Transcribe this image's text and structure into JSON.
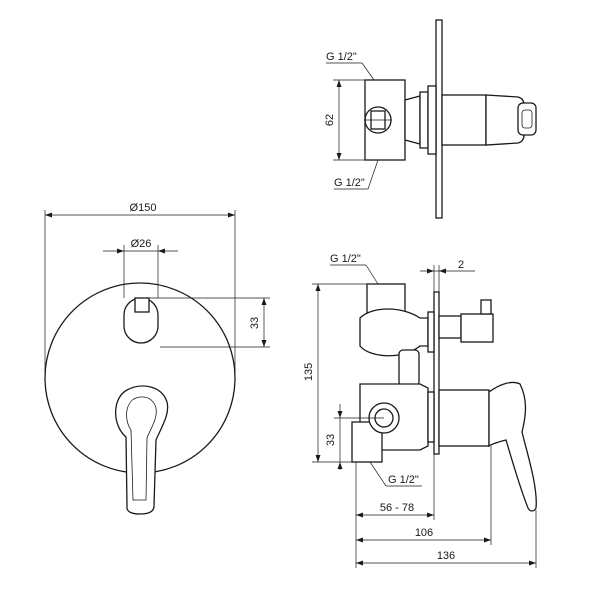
{
  "labels": {
    "front_diameter": "Ø150",
    "knob_diameter": "Ø26",
    "knob_offset": "33",
    "top_thread_upper": "G 1/2\"",
    "top_height": "62",
    "top_thread_lower": "G 1/2\"",
    "side_thread_upper": "G 1/2\"",
    "plate_thickness": "2",
    "side_height": "135",
    "side_lower_offset": "33",
    "side_thread_lower": "G 1/2\"",
    "depth_range": "56 - 78",
    "depth_106": "106",
    "depth_136": "136"
  }
}
